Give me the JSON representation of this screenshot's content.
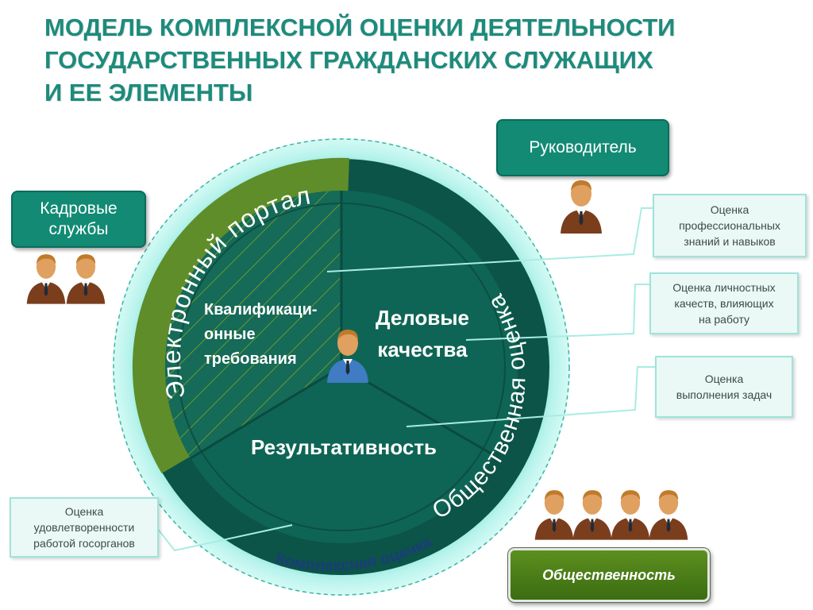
{
  "title_lines": [
    "МОДЕЛЬ КОМПЛЕКСНОЙ ОЦЕНКИ ДЕЯТЕЛЬНОСТИ",
    "ГОСУДАРСТВЕННЫХ ГРАЖДАНСКИХ СЛУЖАЩИХ",
    "И ЕЕ ЭЛЕМЕНТЫ"
  ],
  "actors": {
    "manager": "Руководитель",
    "hr_line1": "Кадровые",
    "hr_line2": "службы",
    "public": "Общественность"
  },
  "callouts": {
    "professional_line1": "Оценка",
    "professional_line2": "профессиональных",
    "professional_line3": "знаний и навыков",
    "personal_line1": "Оценка личностных",
    "personal_line2": "качеств, влияющих",
    "personal_line3": "на работу",
    "tasks_line1": "Оценка",
    "tasks_line2": "выполнения задач",
    "satisfaction_line1": "Оценка",
    "satisfaction_line2": "удовлетворенности",
    "satisfaction_line3": "работой госорганов"
  },
  "wheel": {
    "outer_ring_label": "Комплексная оценка",
    "portal_label": "Электронный портал",
    "public_assessment_label": "Общественная оценка",
    "qualification_line1": "Квалификаци-",
    "qualification_line2": "онные",
    "qualification_line3": "требования",
    "business_line1": "Деловые",
    "business_line2": "качества",
    "performance_label": "Результативность"
  },
  "colors": {
    "title": "#1d8b7c",
    "teal_box": "#128a74",
    "outer_ring": "#aef0e8",
    "portal_band": "#5f8d2a",
    "dark_band": "#0b5447",
    "sector": "#0f6555",
    "public_box": "#4e7e19"
  },
  "people_counts": {
    "manager": 1,
    "hr": 2,
    "center": 1,
    "public": 4
  }
}
